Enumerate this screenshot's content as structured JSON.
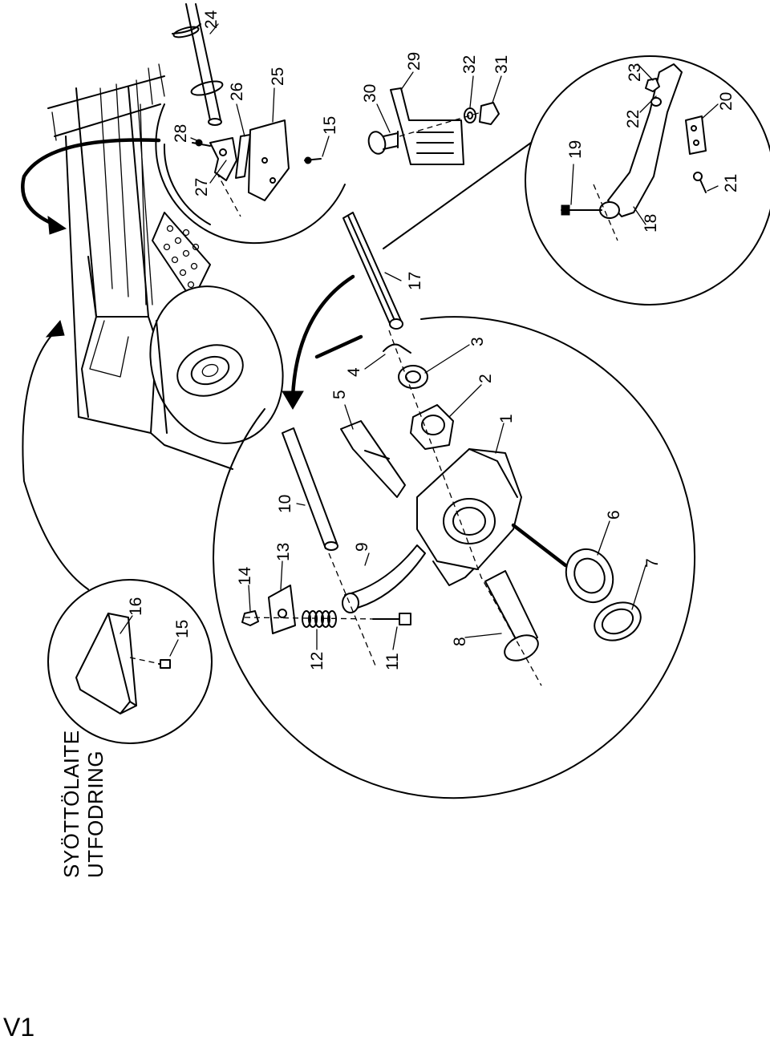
{
  "page": {
    "title_line1": "SYÖTTÖLAITE",
    "title_line2": "UTFODRING",
    "page_code": "V1"
  },
  "callouts": {
    "c1": "1",
    "c2": "2",
    "c3": "3",
    "c4": "4",
    "c5": "5",
    "c6": "6",
    "c7": "7",
    "c8": "8",
    "c9": "9",
    "c10": "10",
    "c11": "11",
    "c12": "12",
    "c13": "13",
    "c14": "14",
    "c15a": "15",
    "c16": "16",
    "c17": "17",
    "c18": "18",
    "c19": "19",
    "c20": "20",
    "c21": "21",
    "c22": "22",
    "c23": "23",
    "c24": "24",
    "c25": "25",
    "c26": "26",
    "c27": "27",
    "c28": "28",
    "c29": "29",
    "c30": "30",
    "c31": "31",
    "c32": "32",
    "c15b": "15"
  }
}
